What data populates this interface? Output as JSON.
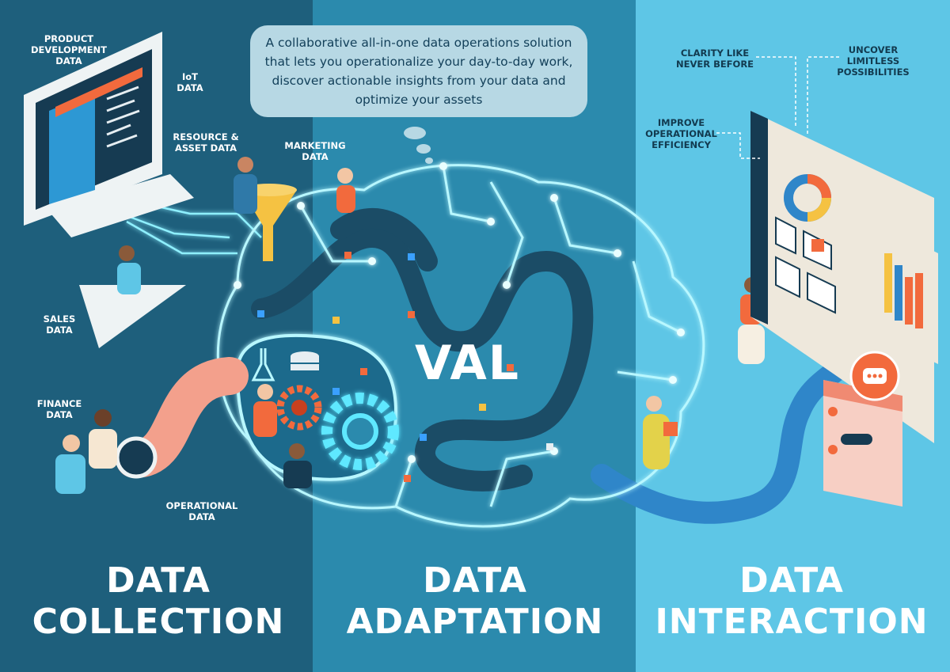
{
  "description_bubble": "A collaborative all-in-one data operations solution that lets you operationalize your day-to-day work, discover actionable insights from your data and optimize your assets",
  "logo": "VAL",
  "sections": [
    {
      "line1": "DATA",
      "line2": "COLLECTION"
    },
    {
      "line1": "DATA",
      "line2": "ADAPTATION"
    },
    {
      "line1": "DATA",
      "line2": "INTERACTION"
    }
  ],
  "data_sources": {
    "product_development": [
      "PRODUCT",
      "DEVELOPMENT",
      "DATA"
    ],
    "iot": [
      "IoT",
      "DATA"
    ],
    "resource_asset": [
      "RESOURCE &",
      "ASSET DATA"
    ],
    "marketing": [
      "MARKETING",
      "DATA"
    ],
    "sales": [
      "SALES",
      "DATA"
    ],
    "finance": [
      "FINANCE",
      "DATA"
    ],
    "operational": [
      "OPERATIONAL",
      "DATA"
    ]
  },
  "outcomes": {
    "clarity": [
      "CLARITY LIKE",
      "NEVER BEFORE"
    ],
    "limitless": [
      "UNCOVER",
      "LIMITLESS",
      "POSSIBILITIES"
    ],
    "efficiency": [
      "IMPROVE",
      "OPERATIONAL",
      "EFFICIENCY"
    ]
  },
  "colors": {
    "collection_bg": "#1e5f7c",
    "adaptation_bg": "#2b8aad",
    "interaction_bg": "#5ec6e6",
    "glow": "#9ff4ff",
    "accent_orange": "#f26a3d",
    "accent_yellow": "#f5c242"
  },
  "icons": [
    "monitor-icon",
    "funnel-icon",
    "gear-icon",
    "chat-bubble-icon",
    "bar-chart-icon",
    "donut-chart-icon"
  ]
}
